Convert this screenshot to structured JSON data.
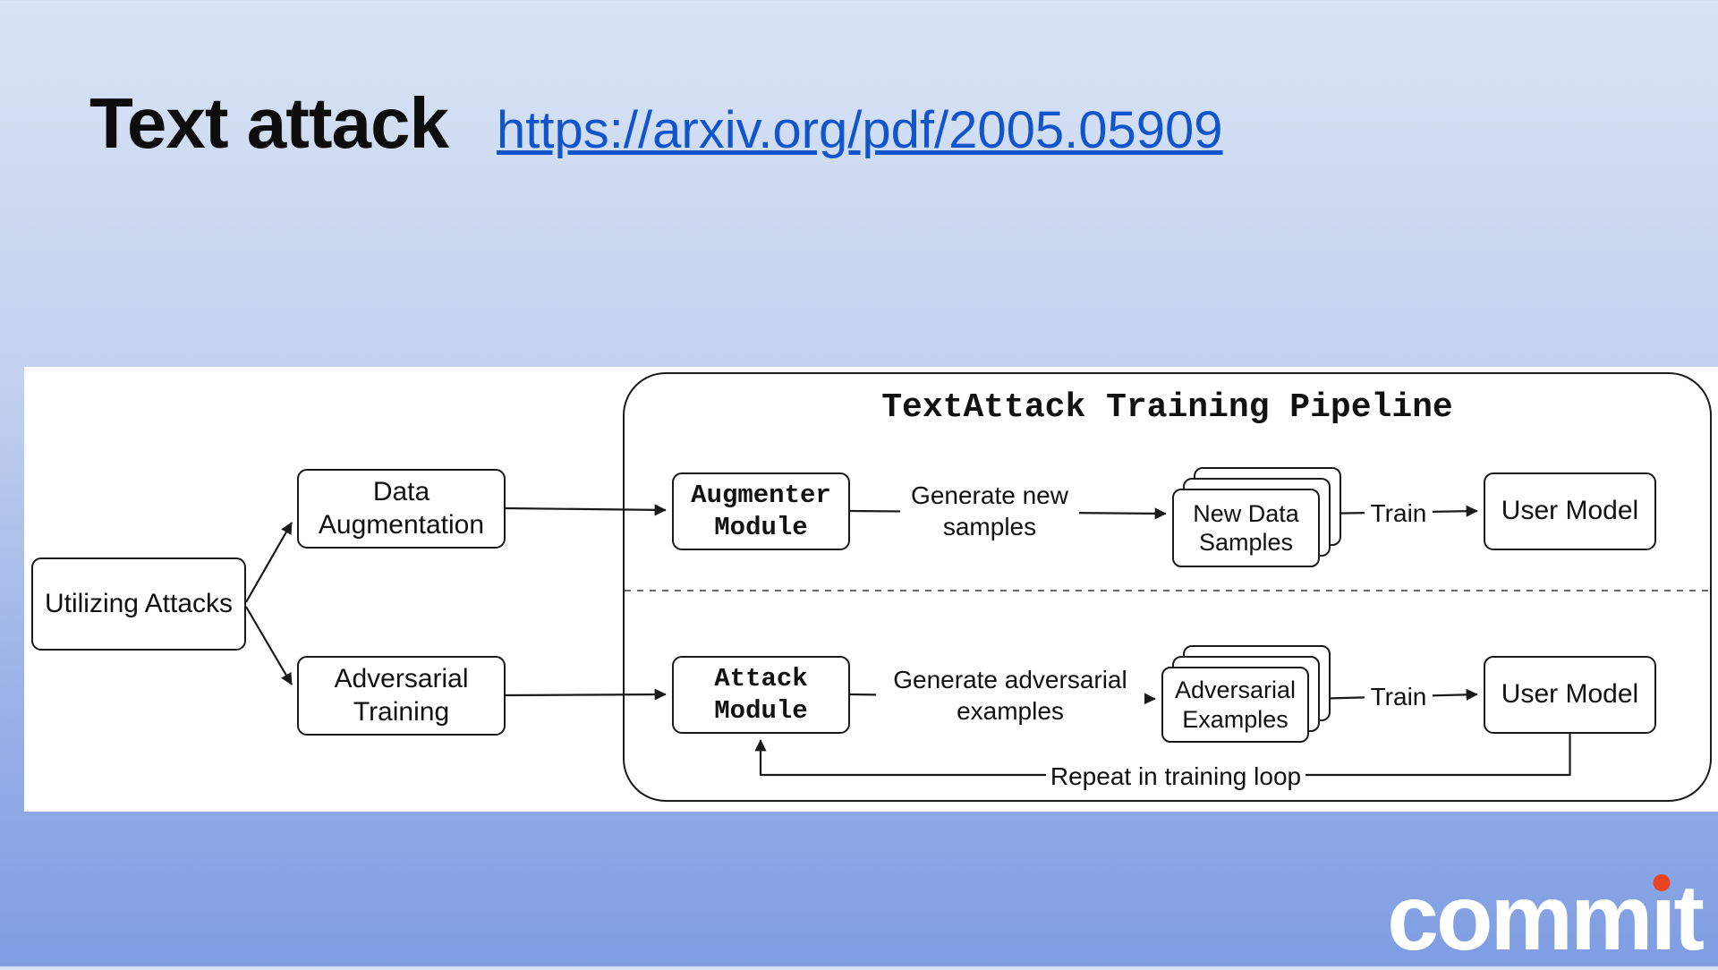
{
  "slide": {
    "title": "Text attack",
    "link_text": "https://arxiv.org/pdf/2005.05909",
    "link_url": "https://arxiv.org/pdf/2005.05909"
  },
  "colors": {
    "background_top": "#d9e3f5",
    "background_bottom": "#7e9de3",
    "link": "#1155cc",
    "diagram_ink": "#1a1a1a",
    "panel": "#ffffff",
    "logo_text": "#ffffff",
    "logo_dot": "#e8441f"
  },
  "diagram": {
    "pipeline_title": "TextAttack Training Pipeline",
    "nodes": {
      "utilizing_attacks": "Utilizing Attacks",
      "data_augmentation": "Data Augmentation",
      "adversarial_training": "Adversarial Training",
      "augmenter_module": "Augmenter Module",
      "attack_module": "Attack Module",
      "new_data_samples": "New Data Samples",
      "adversarial_examples": "Adversarial Examples",
      "user_model_top": "User Model",
      "user_model_bottom": "User Model"
    },
    "labels": {
      "generate_new_samples": "Generate new samples",
      "generate_adversarial_examples": "Generate adversarial examples",
      "train_top": "Train",
      "train_bottom": "Train",
      "repeat_loop": "Repeat in training loop"
    }
  },
  "logo": {
    "pre": "comm",
    "i": "ı",
    "post": "t"
  }
}
